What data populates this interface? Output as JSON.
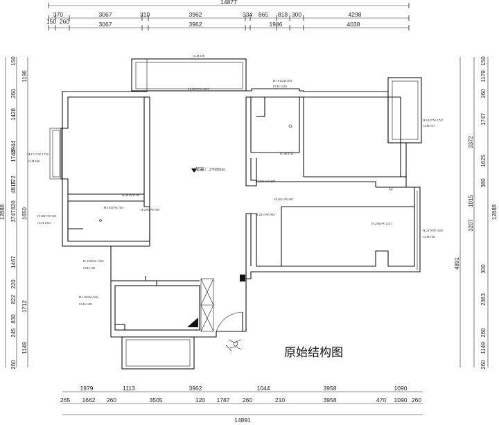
{
  "title": "原始结构图",
  "floor_height_label": "层高：2768mm",
  "dims_top": {
    "overall": "14877",
    "row1": [
      "370",
      "3067",
      "310",
      "3962",
      "334",
      "865",
      "818",
      "300",
      "4298"
    ],
    "row2": [
      "150",
      "260",
      "3067",
      "3962",
      "1986",
      "4038"
    ]
  },
  "dims_bottom": {
    "row1": [
      "1979",
      "1113",
      "3962",
      "1044",
      "3958",
      "1090"
    ],
    "row2": [
      "265",
      "1662",
      "260",
      "3505",
      "120",
      "1787",
      "260",
      "210",
      "3958",
      "470",
      "1090",
      "260"
    ],
    "overall": "14891"
  },
  "dims_left": {
    "outer": "12888",
    "mid": [
      "3944",
      "4815",
      "3747"
    ],
    "inner": [
      "150",
      "1196",
      "260",
      "1428",
      "1744",
      "772",
      "820",
      "1650",
      "1467",
      "220",
      "822",
      "830",
      "245",
      "1149",
      "260"
    ],
    "extra": [
      "1712"
    ]
  },
  "dims_right": {
    "outer": "12888",
    "mid": [
      "3372",
      "3207",
      "4891"
    ],
    "inner": [
      "150",
      "1179",
      "260",
      "1747",
      "1625",
      "380",
      "1015",
      "300",
      "2363",
      "260",
      "1149",
      "260"
    ]
  },
  "openings": [
    "CLH:100",
    "H:2373/W:3955",
    "H:1012/W:818",
    "CLH:1220",
    "H:1827/W:1747",
    "CLH:557",
    "H:1717/W:1734",
    "CLH:660",
    "H:2001/W:7",
    "H:2014/W:88",
    "H:1941/W:740",
    "H:2396/W:965",
    "H:2013/W:807",
    "H:2013/W:807",
    "H:2015/W:994",
    "H:2384/W:2147",
    "H:1047/W:920",
    "CLH:1243",
    "H:2378/W:3207",
    "CLH:130",
    "H:2318/W:1465",
    "CLH:100",
    "H:1109/W:922",
    "CLH:1291"
  ]
}
